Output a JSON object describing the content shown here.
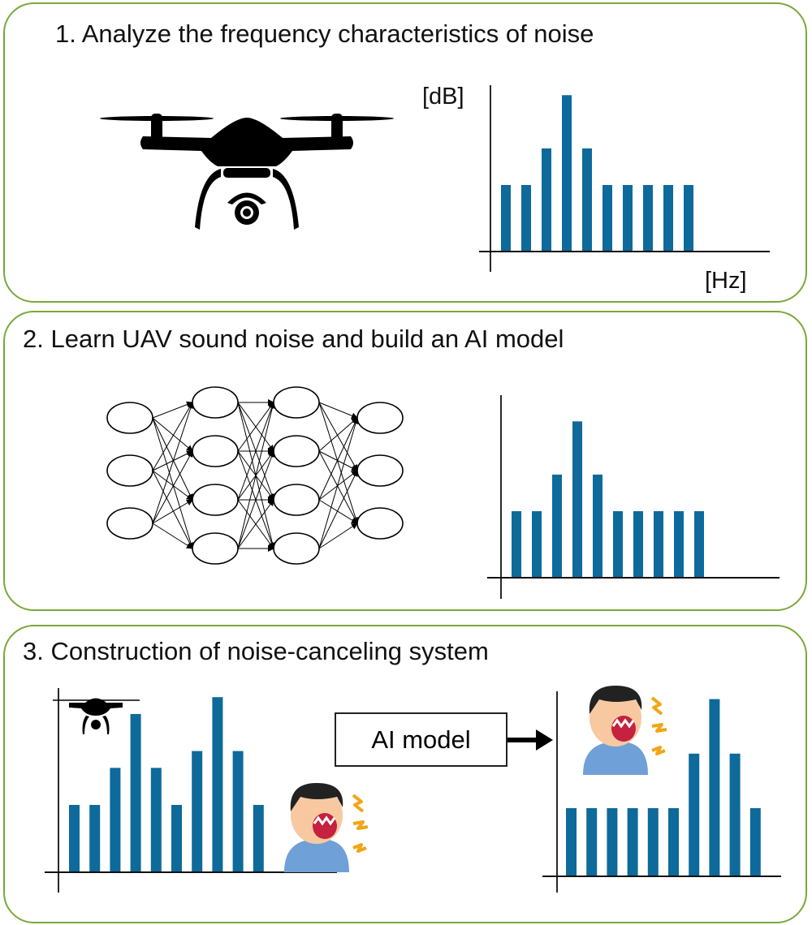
{
  "colors": {
    "border": "#7aa83a",
    "bar": "#0e6a9a",
    "axis": "#111111"
  },
  "panels": [
    {
      "title": "1. Analyze the frequency characteristics of noise",
      "y_label": "[dB]",
      "x_label": "[Hz]"
    },
    {
      "title": "2. Learn UAV sound noise and build an AI model"
    },
    {
      "title": "3. Construction of noise-canceling system",
      "model_label": "AI model"
    }
  ],
  "network": {
    "layers": [
      3,
      4,
      4,
      3
    ]
  },
  "chart_data": [
    {
      "type": "bar",
      "name": "uav-noise-spectrum",
      "xlabel": "[Hz]",
      "ylabel": "[dB]",
      "values": [
        2,
        2,
        3.1,
        4.7,
        3.1,
        2,
        2,
        2,
        2,
        2
      ]
    },
    {
      "type": "bar",
      "name": "learned-noise-spectrum",
      "xlabel": "",
      "ylabel": "",
      "values": [
        2,
        2,
        3.1,
        4.7,
        3.1,
        2,
        2,
        2,
        2,
        2
      ]
    },
    {
      "type": "bar",
      "name": "mixed-spectrum",
      "xlabel": "",
      "ylabel": "",
      "values": [
        2,
        2,
        3.1,
        4.7,
        3.1,
        2,
        3.6,
        5.2,
        3.6,
        2
      ]
    },
    {
      "type": "bar",
      "name": "canceled-spectrum",
      "xlabel": "",
      "ylabel": "",
      "values": [
        2,
        2,
        2,
        2,
        2,
        2,
        3.6,
        5.2,
        3.6,
        2
      ]
    }
  ]
}
